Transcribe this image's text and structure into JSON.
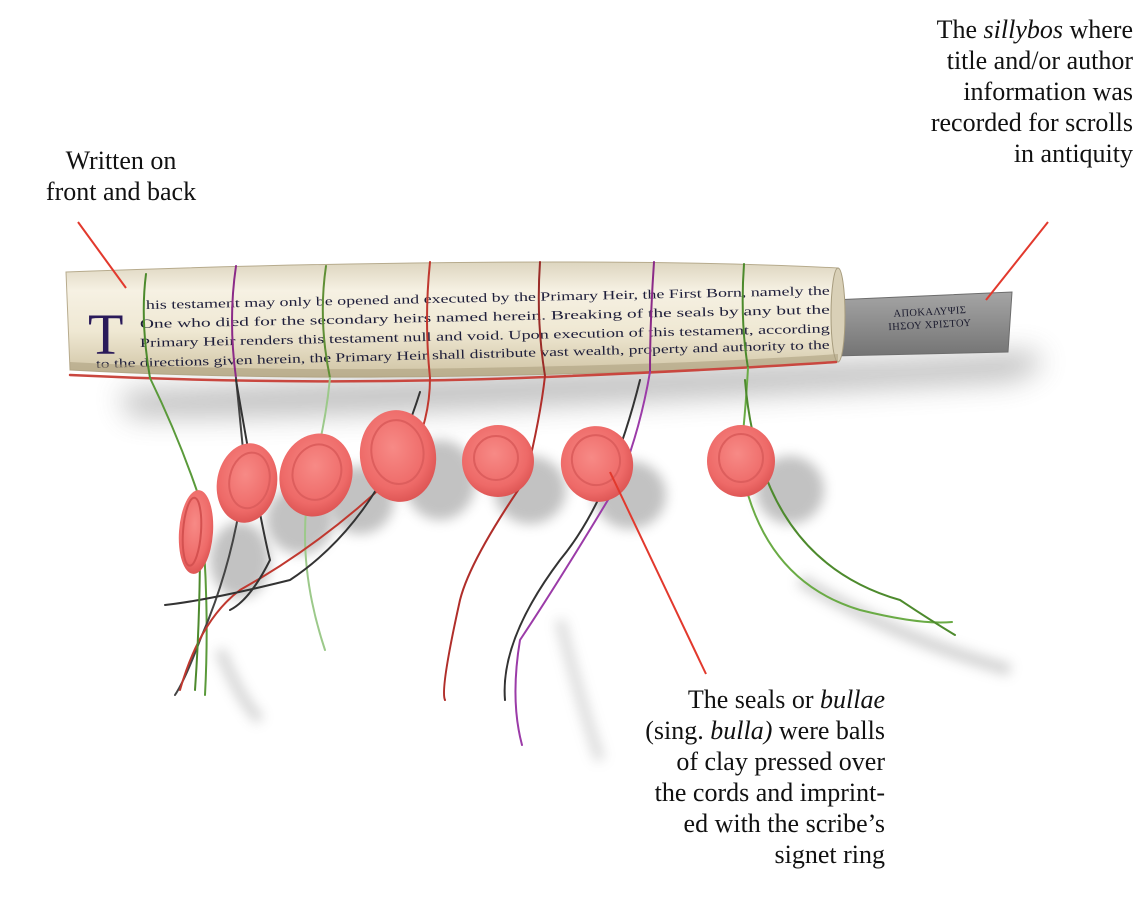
{
  "labels": {
    "written": [
      "Written on",
      "front and back"
    ],
    "sillybos": {
      "line1_before": "The ",
      "line1_italic": "sillybos",
      "line1_after": " where",
      "line2": "title and/or author",
      "line3": "information was",
      "line4": "recorded for scrolls",
      "line5": "in antiquity"
    },
    "seals": {
      "line1_before": "The seals or ",
      "line1_italic": "bullae",
      "line2_before": "(sing. ",
      "line2_italic": "bulla)",
      "line2_after": " were balls",
      "line3": "of clay pressed over",
      "line4": "the cords and imprint-",
      "line5": "ed with the scribe’s",
      "line6": "signet ring"
    }
  },
  "scroll": {
    "dropcap": "T",
    "lines": [
      "his testament may only be opened and executed by the Primary Heir, the First Born, namely the",
      "One who died for the secondary heirs named herein. Breaking of the seals by any but the",
      "Primary Heir renders this testament null and void. Upon execution of this testament, according",
      "to the directions given herein, the Primary Heir shall distribute vast wealth, property and authority to the"
    ],
    "tag_lines": [
      "ΑΠΟΚΑΛΥΨΙΣ",
      "ΙΗΣΟΥ ΧΡΙΣΤΟΥ"
    ]
  },
  "colors": {
    "pointer": "#e2392d",
    "seal": "#ef6f6f",
    "seal_dark": "#d9504f",
    "paper": "#efe9d8",
    "tag": "#8d8d8d"
  }
}
